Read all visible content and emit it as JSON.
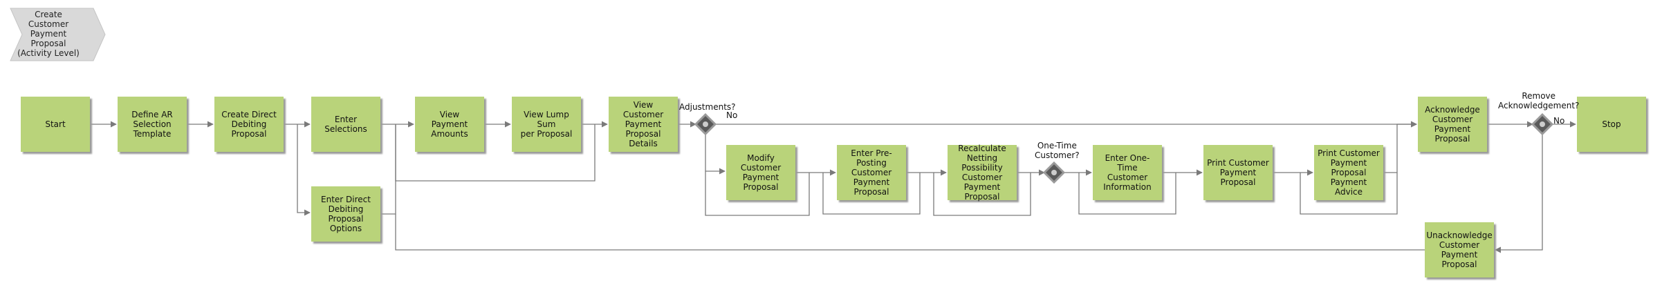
{
  "header": {
    "title_lines": [
      "Create",
      "Customer",
      "Payment",
      "Proposal",
      "(Activity Level)"
    ]
  },
  "colors": {
    "activity_fill": "#b9d37a",
    "connector": "#7a7a7a",
    "chevron_fill": "#d9d9d9",
    "gateway_dark": "#5a5a5a"
  },
  "activities": {
    "start": [
      "Start"
    ],
    "define_ar": [
      "Define AR",
      "Selection",
      "Template"
    ],
    "create_direct": [
      "Create Direct",
      "Debiting Proposal"
    ],
    "enter_selections": [
      "Enter Selections"
    ],
    "enter_direct_options": [
      "Enter Direct",
      "Debiting",
      "Proposal",
      "Options"
    ],
    "view_payment_amounts": [
      "View",
      "Payment",
      "Amounts"
    ],
    "view_lump_sum": [
      "View Lump Sum",
      "per Proposal"
    ],
    "view_customer_details": [
      "View",
      "Customer",
      "Payment",
      "Proposal",
      "Details"
    ],
    "modify": [
      "Modify",
      "Customer",
      "Payment",
      "Proposal"
    ],
    "enter_preposting": [
      "Enter Pre-",
      "Posting",
      "Customer",
      "Payment",
      "Proposal"
    ],
    "recalculate": [
      "Recalculate",
      "Netting",
      "Possibility",
      "Customer",
      "Payment",
      "Proposal"
    ],
    "enter_onetime": [
      "Enter One-Time",
      "Customer",
      "Information"
    ],
    "print_proposal": [
      "Print Customer",
      "Payment",
      "Proposal"
    ],
    "print_advice": [
      "Print Customer",
      "Payment",
      "Proposal",
      "Payment Advice"
    ],
    "acknowledge": [
      "Acknowledge",
      "Customer",
      "Payment",
      "Proposal"
    ],
    "stop": [
      "Stop"
    ],
    "unacknowledge": [
      "Unacknowledge",
      "Customer",
      "Payment",
      "Proposal"
    ]
  },
  "gateways": {
    "adjustments": {
      "question": "Adjustments?",
      "no_label": "No"
    },
    "onetime": {
      "question_lines": [
        "One-Time",
        "Customer?"
      ]
    },
    "remove_ack": {
      "question_lines": [
        "Remove",
        "Acknowledgement?"
      ],
      "no_label": "No"
    }
  }
}
